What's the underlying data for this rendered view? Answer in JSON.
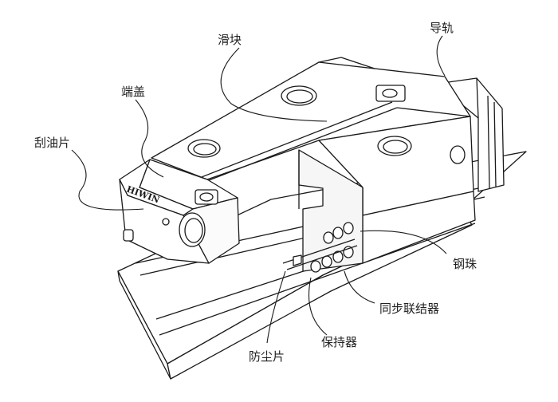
{
  "labels": {
    "slider": "滑块",
    "rail": "导轨",
    "end_cap": "端盖",
    "scraper": "刮油片",
    "ball": "钢珠",
    "sync_connector": "同步联结器",
    "retainer": "保持器",
    "dust_seal": "防尘片"
  },
  "logo": "HIWIN",
  "colors": {
    "stroke": "#1a1a1a",
    "fill": "#ffffff",
    "text": "#222222"
  }
}
